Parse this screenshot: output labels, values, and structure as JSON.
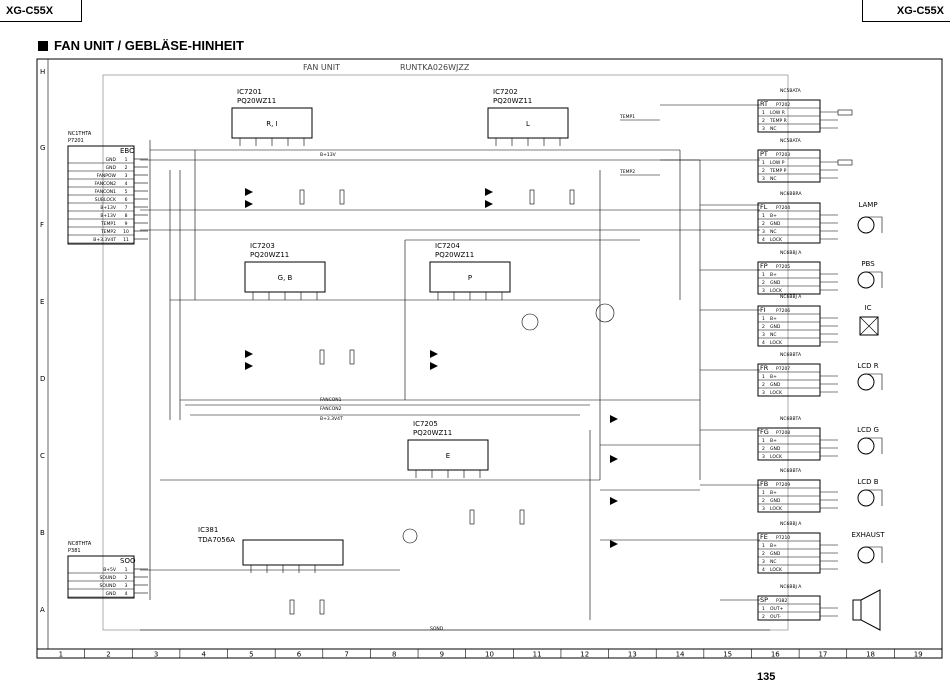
{
  "header": {
    "model_left": "XG-C55X",
    "model_right": "XG-C55X"
  },
  "title": "FAN UNIT / GEBLÄSE-HINHEIT",
  "page_number": "135",
  "unit": {
    "label": "FAN UNIT",
    "part_no": "RUNTKA026WJZZ"
  },
  "row_labels": [
    "H",
    "G",
    "F",
    "E",
    "D",
    "C",
    "B",
    "A"
  ],
  "col_labels": [
    "1",
    "2",
    "3",
    "4",
    "5",
    "6",
    "7",
    "8",
    "9",
    "10",
    "11",
    "12",
    "13",
    "14",
    "15",
    "16",
    "17",
    "18",
    "19"
  ],
  "ics": [
    {
      "ref": "IC7201",
      "part": "PQ20WZ11",
      "body": "R, I"
    },
    {
      "ref": "IC7202",
      "part": "PQ20WZ11",
      "body": "L"
    },
    {
      "ref": "IC7203",
      "part": "PQ20WZ11",
      "body": "G, B"
    },
    {
      "ref": "IC7204",
      "part": "PQ20WZ11",
      "body": "P"
    },
    {
      "ref": "IC7205",
      "part": "PQ20WZ11",
      "body": "E"
    },
    {
      "ref": "IC381",
      "part": "TDA7056A",
      "body": ""
    }
  ],
  "left_connectors": [
    {
      "name": "EBO",
      "part": "NC1THTA",
      "ref": "P7201",
      "pins": [
        "GND",
        "GND",
        "FANPOW",
        "FANCON2",
        "FANCON1",
        "SUBLOCK",
        "B+13V",
        "B+13V",
        "TEMP1",
        "TEMP2",
        "B+3.3V4T"
      ]
    },
    {
      "name": "SOO",
      "part": "NC8THTA",
      "ref": "P381",
      "pins": [
        "B+5V",
        "SOUND",
        "SOUND",
        "GND"
      ]
    }
  ],
  "right_connectors": [
    {
      "code": "RT",
      "ref": "P7202",
      "part": "NC5BATA",
      "pins": [
        "LOW R",
        "TEMP R",
        "NC"
      ],
      "device": ""
    },
    {
      "code": "PT",
      "ref": "P7203",
      "part": "NC5BATA",
      "pins": [
        "LOW P",
        "TEMP P",
        "NC"
      ],
      "device": ""
    },
    {
      "code": "FL",
      "ref": "P7204",
      "part": "NC6BBRA",
      "pins": [
        "B+",
        "GND",
        "NC",
        "LOCK"
      ],
      "device": "LAMP"
    },
    {
      "code": "FP",
      "ref": "P7205",
      "part": "NC6BBJ A",
      "pins": [
        "B+",
        "GND",
        "LOCK"
      ],
      "device": "PBS"
    },
    {
      "code": "FI",
      "ref": "P7206",
      "part": "NC6BBJ A",
      "pins": [
        "B+",
        "GND",
        "NC",
        "LOCK"
      ],
      "device": "IC"
    },
    {
      "code": "FR",
      "ref": "P7207",
      "part": "NC6BBTA",
      "pins": [
        "B+",
        "GND",
        "LOCK"
      ],
      "device": "LCD R"
    },
    {
      "code": "FG",
      "ref": "P7208",
      "part": "NC6BBTA",
      "pins": [
        "B+",
        "GND",
        "LOCK"
      ],
      "device": "LCD G"
    },
    {
      "code": "FB",
      "ref": "P7209",
      "part": "NC6BBTA",
      "pins": [
        "B+",
        "GND",
        "LOCK"
      ],
      "device": "LCD B"
    },
    {
      "code": "FE",
      "ref": "P7210",
      "part": "NC6BBJ A",
      "pins": [
        "B+",
        "GND",
        "NC",
        "LOCK"
      ],
      "device": "EXHAUST"
    },
    {
      "code": "SP",
      "ref": "P382",
      "part": "NC6BBJ A",
      "pins": [
        "OUT+",
        "OUT-"
      ],
      "device": ""
    }
  ],
  "net_labels": [
    "FANCON1",
    "FANCON2",
    "B+3.3V4T",
    "B+13V",
    "TEMP1",
    "TEMP2",
    "SOND"
  ]
}
